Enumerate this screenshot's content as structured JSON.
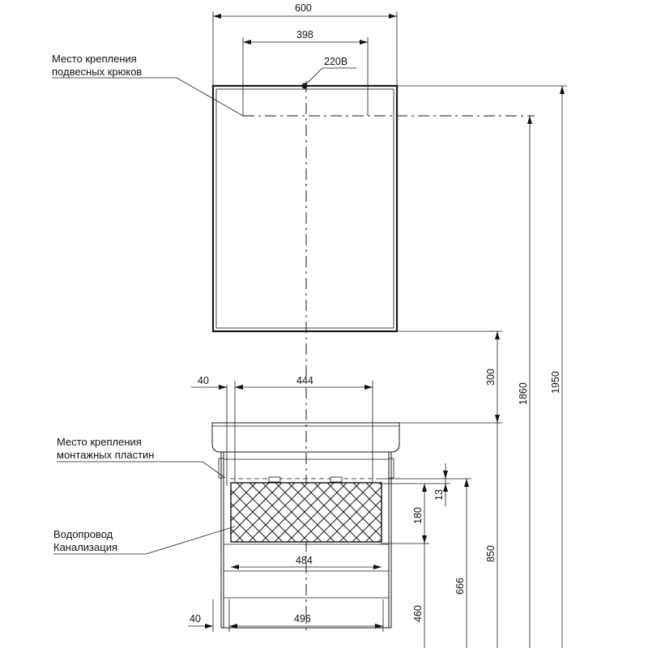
{
  "labels": {
    "hooks_line1": "Место крепления",
    "hooks_line2": "подвесных крюков",
    "plates_line1": "Место крепления",
    "plates_line2": "монтажных пластин",
    "pipes_line1": "Водопровод",
    "pipes_line2": "Канализация",
    "power": "220В"
  },
  "dimensions": {
    "mirror_width": "600",
    "hook_spacing": "398",
    "mirror_gap": "300",
    "hook_height": "1860",
    "total_height": "1950",
    "offset_top": "40",
    "plate_spacing": "444",
    "pipe_zone_width": "484",
    "offset_bottom": "40",
    "cabinet_width": "496",
    "dim_13": "13",
    "dim_180": "180",
    "dim_850": "850",
    "dim_666": "666",
    "dim_460": "460"
  }
}
